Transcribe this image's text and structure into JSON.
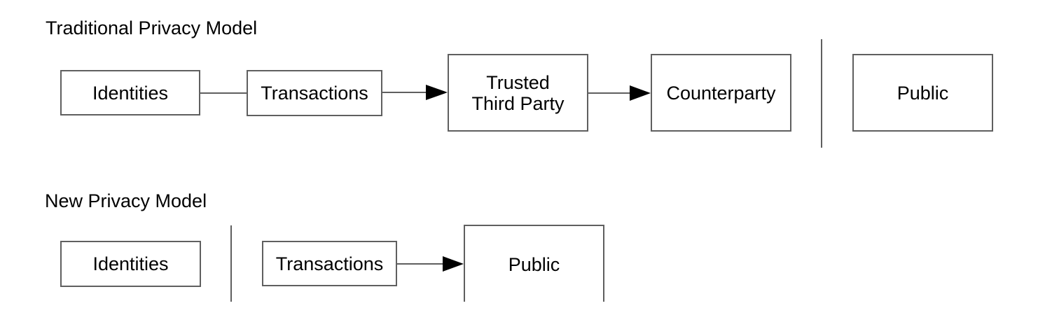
{
  "colors": {
    "stroke": "#5f5f5f",
    "arrowhead": "#000000",
    "text": "#000000",
    "background": "#ffffff"
  },
  "traditional_model": {
    "title": "Traditional Privacy Model",
    "boxes": {
      "identities": {
        "label": "Identities"
      },
      "transactions": {
        "label": "Transactions"
      },
      "trusted_third_party": {
        "line1": "Trusted",
        "line2": "Third Party"
      },
      "counterparty": {
        "label": "Counterparty"
      },
      "public": {
        "label": "Public"
      }
    }
  },
  "new_model": {
    "title": "New Privacy Model",
    "boxes": {
      "identities": {
        "label": "Identities"
      },
      "transactions": {
        "label": "Transactions"
      },
      "public": {
        "label": "Public"
      }
    }
  }
}
